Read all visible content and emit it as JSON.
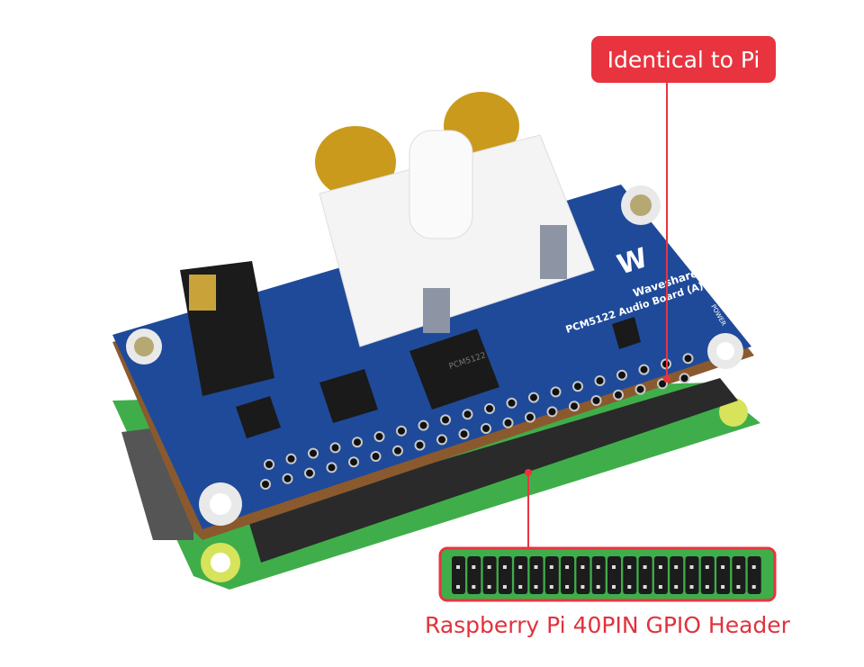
{
  "callouts": {
    "top": "Identical to Pi",
    "bottom": "Raspberry Pi 40PIN GPIO Header"
  },
  "board_print": {
    "brand": "Waveshare",
    "model": "PCM5122 Audio Board (A)",
    "power": "POWER",
    "chip": "PCM5122"
  },
  "colors": {
    "accent": "#e8343f",
    "board_blue": "#1f4a9a",
    "pi_green": "#3fae4a"
  }
}
